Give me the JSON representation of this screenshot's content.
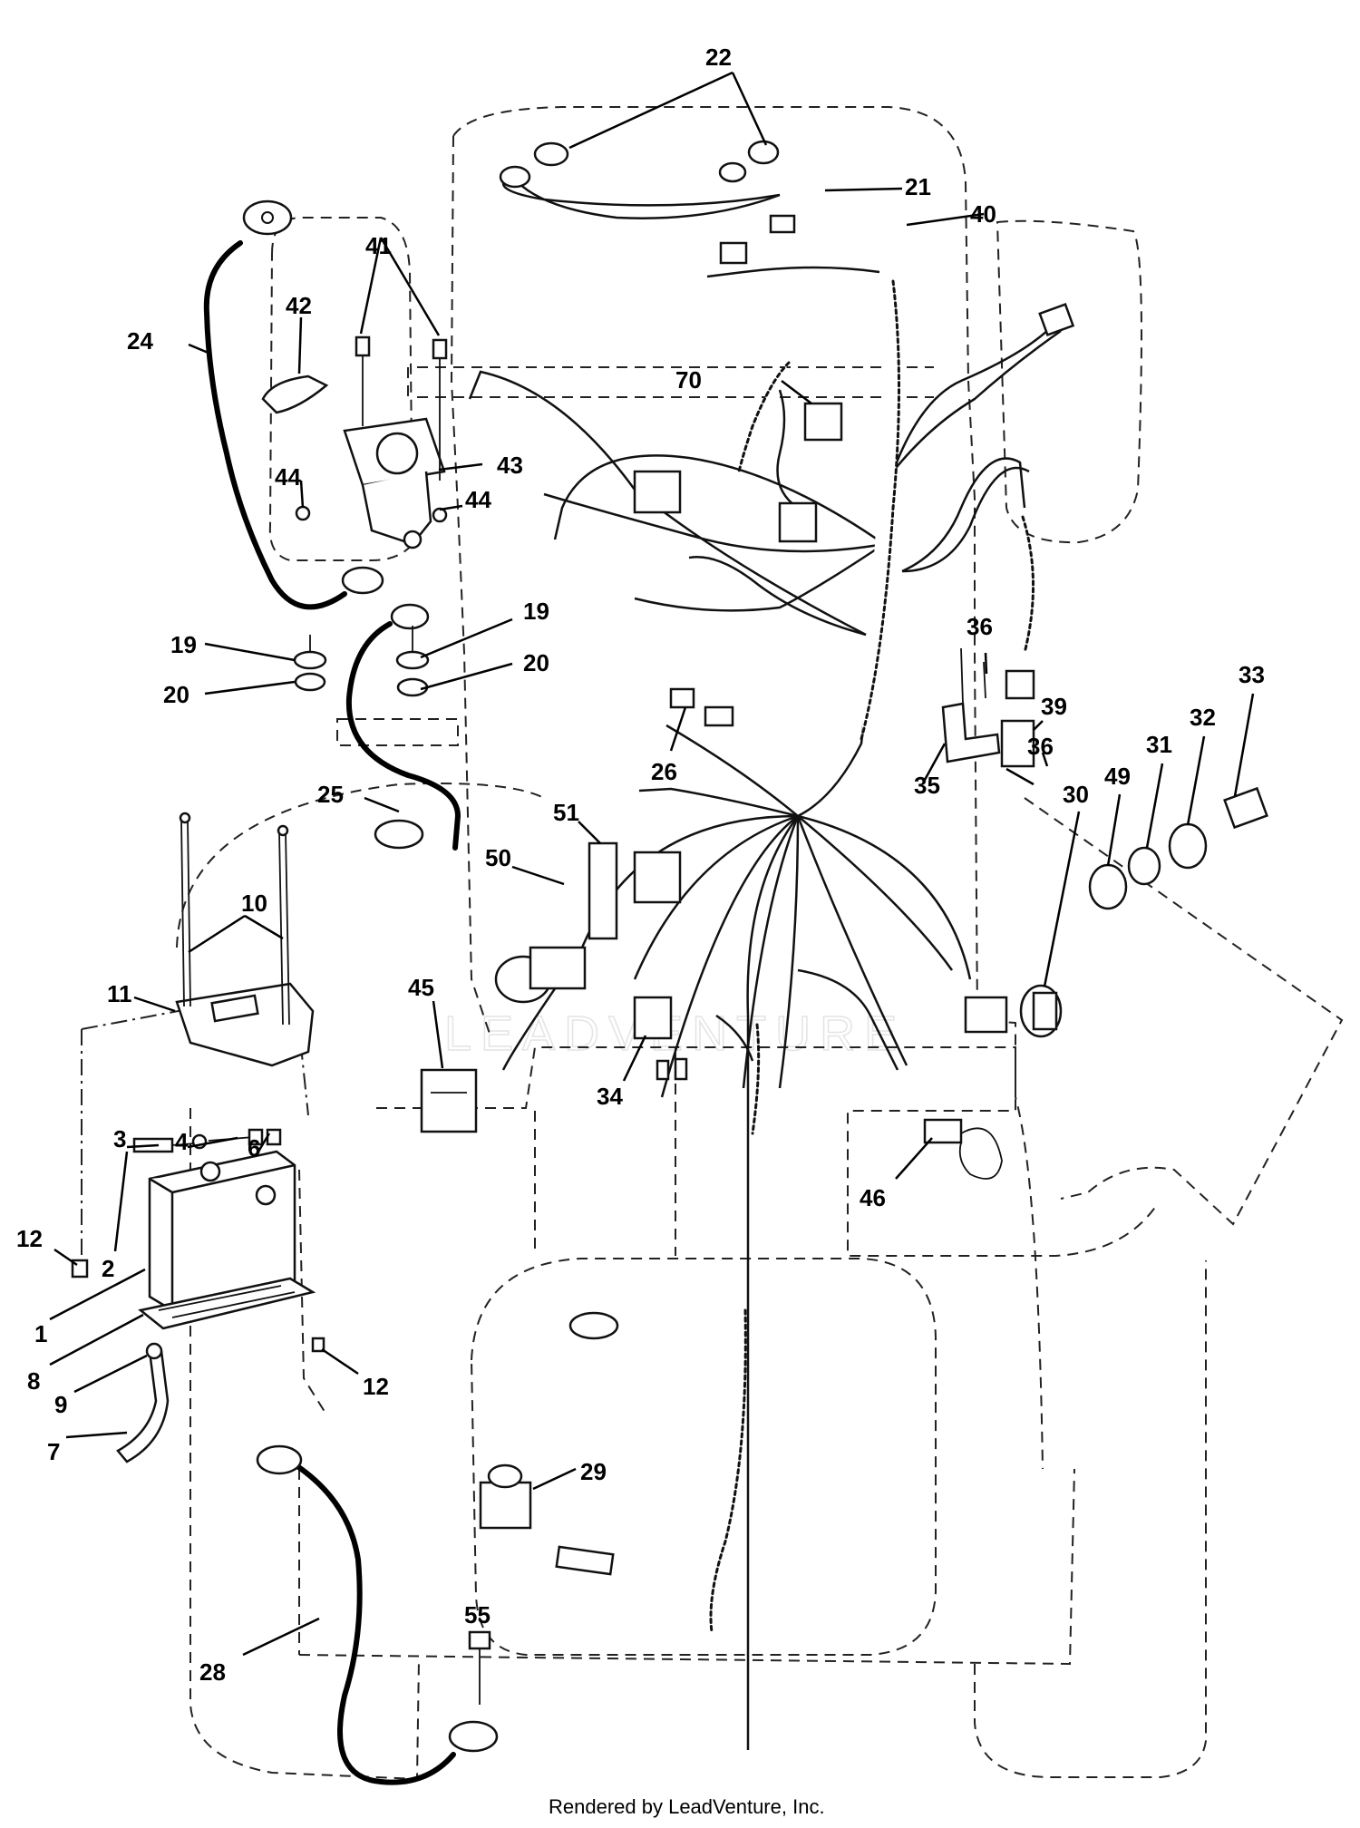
{
  "callouts": [
    {
      "id": "22",
      "label": "22"
    },
    {
      "id": "21",
      "label": "21"
    },
    {
      "id": "40",
      "label": "40"
    },
    {
      "id": "41",
      "label": "41"
    },
    {
      "id": "42",
      "label": "42"
    },
    {
      "id": "24",
      "label": "24"
    },
    {
      "id": "70",
      "label": "70"
    },
    {
      "id": "43",
      "label": "43"
    },
    {
      "id": "44a",
      "label": "44"
    },
    {
      "id": "44b",
      "label": "44"
    },
    {
      "id": "19a",
      "label": "19"
    },
    {
      "id": "19b",
      "label": "19"
    },
    {
      "id": "20a",
      "label": "20"
    },
    {
      "id": "20b",
      "label": "20"
    },
    {
      "id": "36a",
      "label": "36"
    },
    {
      "id": "36b",
      "label": "36"
    },
    {
      "id": "39",
      "label": "39"
    },
    {
      "id": "33",
      "label": "33"
    },
    {
      "id": "32",
      "label": "32"
    },
    {
      "id": "31",
      "label": "31"
    },
    {
      "id": "49",
      "label": "49"
    },
    {
      "id": "30",
      "label": "30"
    },
    {
      "id": "35",
      "label": "35"
    },
    {
      "id": "26",
      "label": "26"
    },
    {
      "id": "25",
      "label": "25"
    },
    {
      "id": "51",
      "label": "51"
    },
    {
      "id": "50",
      "label": "50"
    },
    {
      "id": "10",
      "label": "10"
    },
    {
      "id": "11",
      "label": "11"
    },
    {
      "id": "45",
      "label": "45"
    },
    {
      "id": "34",
      "label": "34"
    },
    {
      "id": "46",
      "label": "46"
    },
    {
      "id": "3",
      "label": "3"
    },
    {
      "id": "4",
      "label": "4"
    },
    {
      "id": "6",
      "label": "6"
    },
    {
      "id": "12a",
      "label": "12"
    },
    {
      "id": "2",
      "label": "2"
    },
    {
      "id": "1",
      "label": "1"
    },
    {
      "id": "8",
      "label": "8"
    },
    {
      "id": "9",
      "label": "9"
    },
    {
      "id": "7",
      "label": "7"
    },
    {
      "id": "12b",
      "label": "12"
    },
    {
      "id": "29",
      "label": "29"
    },
    {
      "id": "55",
      "label": "55"
    },
    {
      "id": "28",
      "label": "28"
    }
  ],
  "watermark": "LEADVENTURE",
  "footer": "Rendered by LeadVenture, Inc."
}
